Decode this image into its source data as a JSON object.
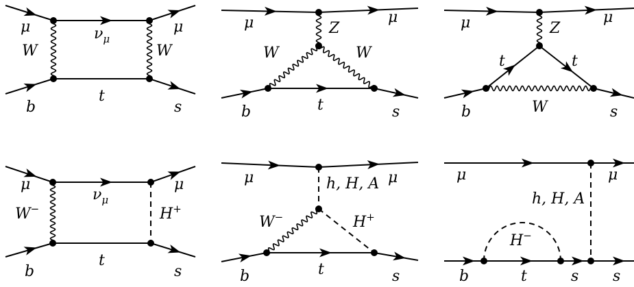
{
  "diagrams": [
    {
      "labels": {
        "mu_in": "μ",
        "mu_out": "μ",
        "w_left": "W",
        "w_right": "W",
        "nu": "ν",
        "nu_sub": "μ",
        "t": "t",
        "b": "b",
        "s": "s"
      }
    },
    {
      "labels": {
        "mu_in": "μ",
        "mu_out": "μ",
        "z": "Z",
        "w_left": "W",
        "w_right": "W",
        "t": "t",
        "b": "b",
        "s": "s"
      }
    },
    {
      "labels": {
        "mu_in": "μ",
        "mu_out": "μ",
        "z": "Z",
        "t_left": "t",
        "t_right": "t",
        "w": "W",
        "b": "b",
        "s": "s"
      }
    },
    {
      "labels": {
        "mu_in": "μ",
        "mu_out": "μ",
        "w_left": "W",
        "w_left_sup": "−",
        "nu": "ν",
        "nu_sub": "μ",
        "h_right": "H",
        "h_right_sup": "+",
        "t": "t",
        "b": "b",
        "s": "s"
      }
    },
    {
      "labels": {
        "mu_in": "μ",
        "mu_out": "μ",
        "higgs": "h, H, A",
        "w_left": "W",
        "w_left_sup": "−",
        "h_right": "H",
        "h_right_sup": "+",
        "t": "t",
        "b": "b",
        "s": "s"
      }
    },
    {
      "labels": {
        "mu_in": "μ",
        "mu_out": "μ",
        "higgs": "h, H, A",
        "h_loop": "H",
        "h_loop_sup": "−",
        "b": "b",
        "t": "t",
        "s_mid": "s",
        "s_end": "s"
      }
    }
  ]
}
